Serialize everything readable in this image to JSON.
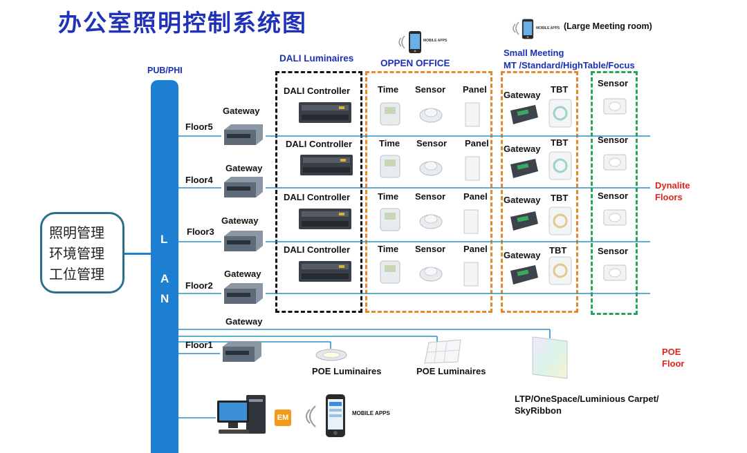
{
  "title": "办公室照明控制系统图",
  "top_labels": {
    "pub_phi": "PUB/PHI",
    "dali_luminaires": "DALI Luminaires",
    "open_office": "OPPEN OFFICE",
    "small_meeting_line1": "Small Meeting",
    "small_meeting_line2": "MT /Standard/HighTable/Focus",
    "large_meeting": "(Large Meeting room)",
    "mobile_apps_small": "MOBILE APPS"
  },
  "lan_letters": [
    "L",
    "A",
    "N"
  ],
  "management": [
    "照明管理",
    "环境管理",
    "工位管理"
  ],
  "floors": [
    {
      "floor": "Floor5",
      "gateway": "Gateway",
      "dali": "DALI Controller",
      "time": "Time",
      "sensor": "Sensor",
      "panel": "Panel",
      "gateway2": "Gateway",
      "tbt": "TBT",
      "sensor2": "Sensor"
    },
    {
      "floor": "Floor4",
      "gateway": "Gateway",
      "dali": "DALI Controller",
      "time": "Time",
      "sensor": "Sensor",
      "panel": "Panel",
      "gateway2": "Gateway",
      "tbt": "TBT",
      "sensor2": "Sensor"
    },
    {
      "floor": "Floor3",
      "gateway": "Gateway",
      "dali": "DALI Controller",
      "time": "Time",
      "sensor": "Sensor",
      "panel": "Panel",
      "gateway2": "Gateway",
      "tbt": "TBT",
      "sensor2": "Sensor"
    },
    {
      "floor": "Floor2",
      "gateway": "Gateway",
      "dali": "DALI Controller",
      "time": "Time",
      "sensor": "Sensor",
      "panel": "Panel",
      "gateway2": "Gateway",
      "tbt": "TBT",
      "sensor2": "Sensor"
    }
  ],
  "dynalite": [
    "Dynalite",
    "Floors"
  ],
  "poe_floor": [
    "POE",
    "Floor"
  ],
  "floor1": {
    "gateway": "Gateway",
    "floor": "Floor1",
    "poe1": "POE Luminaires",
    "poe2": "POE Luminaires",
    "ltp_line1": "LTP/OneSpace/Luminious Carpet/",
    "ltp_line2": "SkyRibbon"
  },
  "bottom": {
    "em": "EM",
    "mobile_apps": "MOBILE APPS"
  },
  "colors": {
    "lan": "#1c7fd1",
    "title": "#2033b8",
    "dali_box": "#111111",
    "open_office_box": "#e3892b",
    "dynalite_box": "#2aa35a",
    "accent_red": "#e0241b"
  }
}
